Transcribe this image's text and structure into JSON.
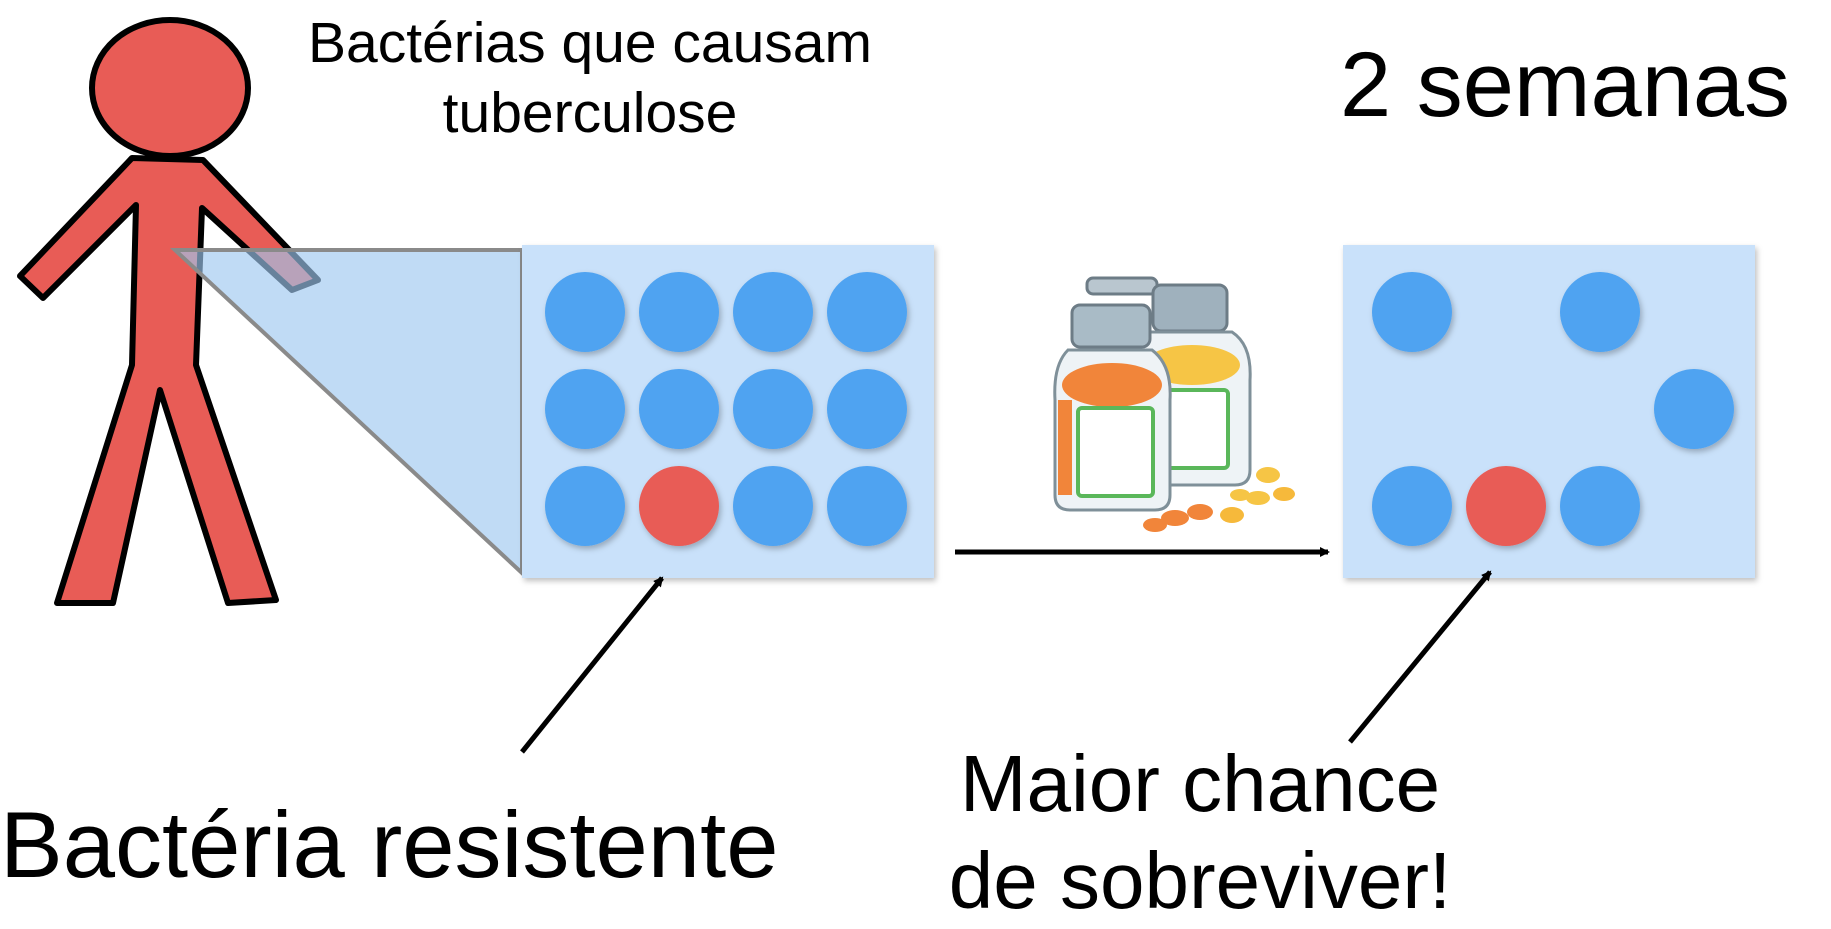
{
  "header": {
    "bacteria_caption_line1": "Bactérias que causam",
    "bacteria_caption_line2": "tuberculose",
    "time_label": "2 semanas"
  },
  "labels": {
    "resistant": "Bactéria resistente",
    "chance_line1": "Maior chance",
    "chance_line2": "de sobreviver!"
  },
  "colors": {
    "person": "#e85c56",
    "bacterium_normal": "#4fa3f1",
    "bacterium_resistant": "#e85c56",
    "panel_fill": "#c9e1fa",
    "zoom_fill": "#9ec8f0"
  },
  "panels": {
    "before": {
      "rows": [
        [
          "normal",
          "normal",
          "normal",
          "normal"
        ],
        [
          "normal",
          "normal",
          "normal",
          "normal"
        ],
        [
          "normal",
          "resistant",
          "normal",
          "normal"
        ]
      ]
    },
    "after": {
      "rows": [
        [
          "normal",
          "empty",
          "normal",
          "empty"
        ],
        [
          "empty",
          "empty",
          "empty",
          "normal"
        ],
        [
          "normal",
          "resistant",
          "normal",
          "empty"
        ]
      ]
    }
  },
  "icons": {
    "person": "person-icon",
    "medicine": "medicine-bottles-icon"
  }
}
